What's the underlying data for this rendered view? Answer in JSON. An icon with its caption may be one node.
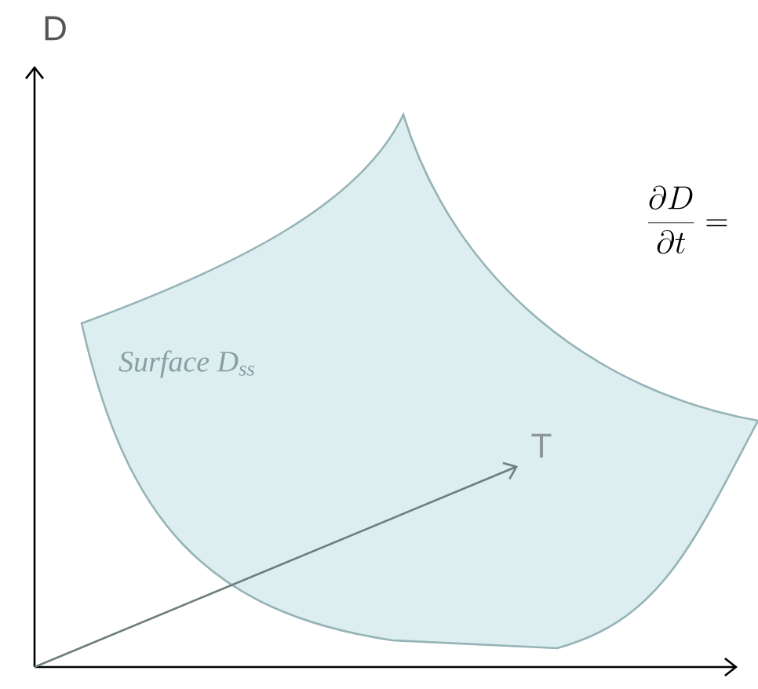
{
  "diagram": {
    "nodes": [
      {
        "text": [
          "Surface D$_{ss}$"
        ]
      }
    ],
    "labels": [
      "D",
      "T",
      "\\frac{\\partial D}{\\partial t} ="
    ]
  }
}
